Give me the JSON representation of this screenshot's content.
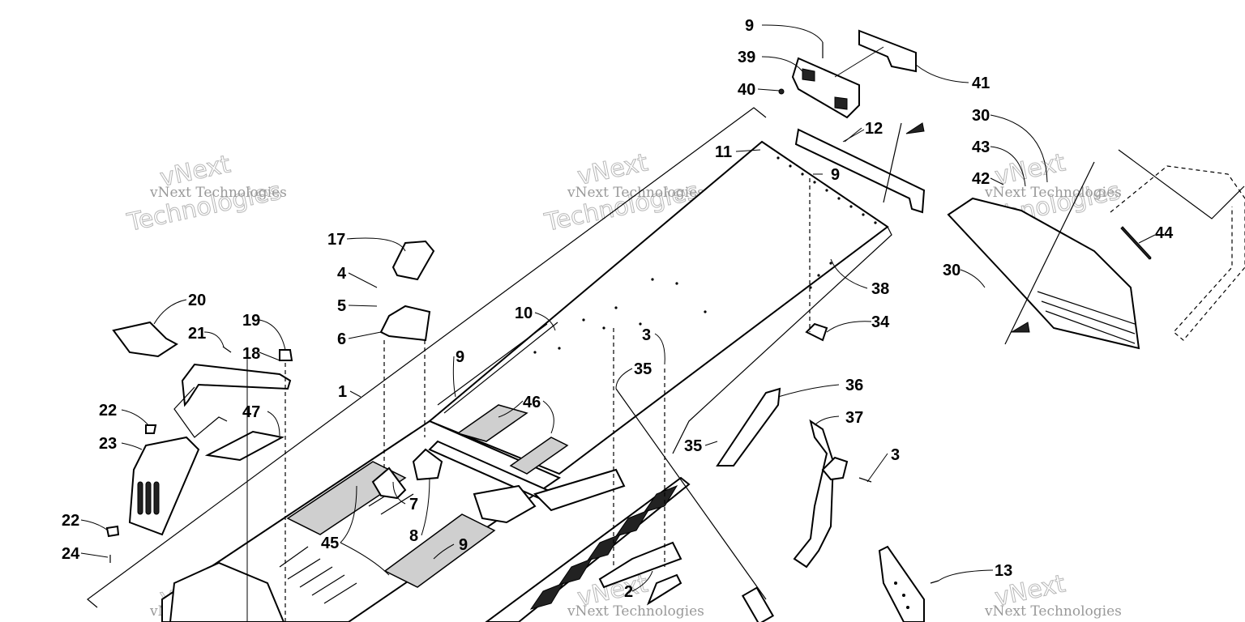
{
  "callouts": [
    {
      "label": "9"
    },
    {
      "label": "39"
    },
    {
      "label": "40"
    },
    {
      "label": "41"
    },
    {
      "label": "12"
    },
    {
      "label": "11"
    },
    {
      "label": "9"
    },
    {
      "label": "30"
    },
    {
      "label": "43"
    },
    {
      "label": "42"
    },
    {
      "label": "44"
    },
    {
      "label": "30"
    },
    {
      "label": "38"
    },
    {
      "label": "34"
    },
    {
      "label": "17"
    },
    {
      "label": "4"
    },
    {
      "label": "5"
    },
    {
      "label": "6"
    },
    {
      "label": "20"
    },
    {
      "label": "21"
    },
    {
      "label": "19"
    },
    {
      "label": "18"
    },
    {
      "label": "10"
    },
    {
      "label": "3"
    },
    {
      "label": "35"
    },
    {
      "label": "9"
    },
    {
      "label": "1"
    },
    {
      "label": "46"
    },
    {
      "label": "36"
    },
    {
      "label": "37"
    },
    {
      "label": "35"
    },
    {
      "label": "3"
    },
    {
      "label": "22"
    },
    {
      "label": "47"
    },
    {
      "label": "23"
    },
    {
      "label": "7"
    },
    {
      "label": "22"
    },
    {
      "label": "24"
    },
    {
      "label": "45"
    },
    {
      "label": "8"
    },
    {
      "label": "9"
    },
    {
      "label": "2"
    },
    {
      "label": "13"
    }
  ],
  "watermark": {
    "line1": "vNext",
    "line2": "Technologies",
    "full": "vNext Technologies"
  },
  "icons": {
    "direction_arrow_1": "triangle-arrow-icon",
    "direction_arrow_2": "triangle-arrow-icon"
  }
}
